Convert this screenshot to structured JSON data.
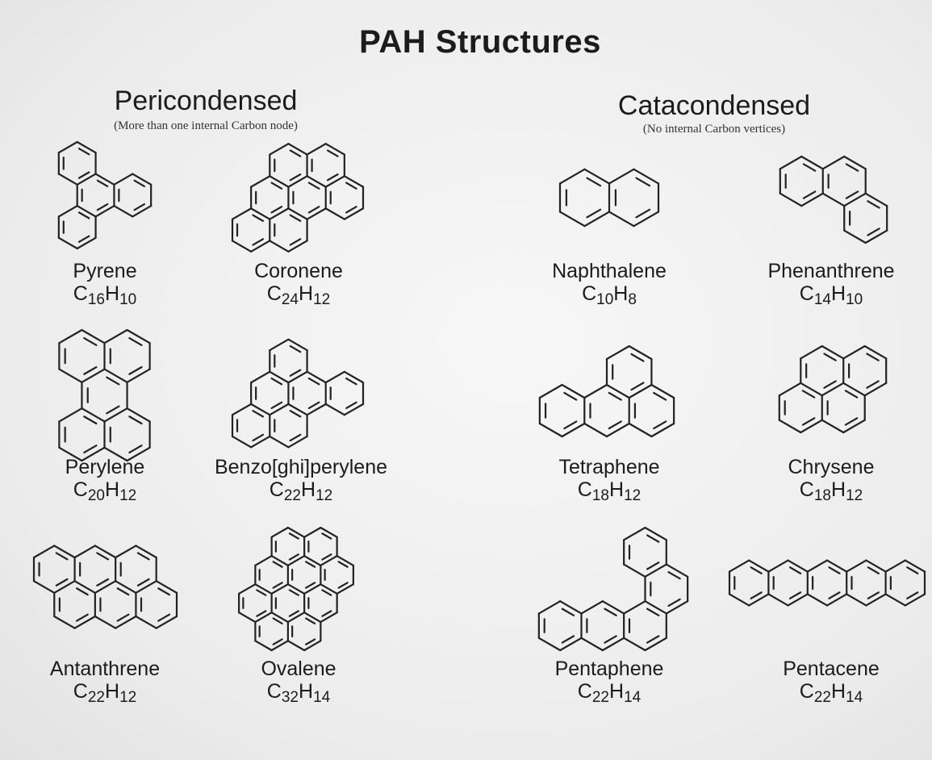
{
  "title": "PAH Structures",
  "groups": {
    "peri": {
      "title": "Pericondensed",
      "subtitle": "(More than one internal Carbon node)"
    },
    "cata": {
      "title": "Catacondensed",
      "subtitle": "(No internal Carbon vertices)"
    }
  },
  "molecules": [
    {
      "key": "pyrene",
      "name": "Pyrene",
      "formula": [
        [
          "C",
          "16"
        ],
        [
          "H",
          "10"
        ]
      ],
      "rings": [
        [
          0,
          0
        ],
        [
          0,
          1
        ],
        [
          1,
          1
        ],
        [
          0,
          2
        ]
      ]
    },
    {
      "key": "coronene",
      "name": "Coronene",
      "formula": [
        [
          "C",
          "24"
        ],
        [
          "H",
          "12"
        ]
      ],
      "rings": [
        [
          0,
          0
        ],
        [
          1,
          0
        ],
        [
          -1,
          1
        ],
        [
          1,
          1
        ],
        [
          -1,
          2
        ],
        [
          0,
          2
        ],
        [
          0,
          1
        ]
      ]
    },
    {
      "key": "naphthalene",
      "name": "Naphthalene",
      "formula": [
        [
          "C",
          "10"
        ],
        [
          "H",
          "8"
        ]
      ],
      "rings": [
        [
          0,
          0
        ],
        [
          1,
          0
        ]
      ]
    },
    {
      "key": "phenanthrene",
      "name": "Phenanthrene",
      "formula": [
        [
          "C",
          "14"
        ],
        [
          "H",
          "10"
        ]
      ],
      "rings": [
        [
          0,
          0
        ],
        [
          1,
          0
        ],
        [
          1,
          1
        ]
      ]
    },
    {
      "key": "perylene",
      "name": "Perylene",
      "formula": [
        [
          "C",
          "20"
        ],
        [
          "H",
          "12"
        ]
      ],
      "rings": [
        [
          0,
          0
        ],
        [
          1,
          0
        ],
        [
          0,
          2
        ],
        [
          1,
          2
        ],
        [
          0,
          1
        ]
      ]
    },
    {
      "key": "benzoghiperylene",
      "name": "Benzo[ghi]perylene",
      "formula": [
        [
          "C",
          "22"
        ],
        [
          "H",
          "12"
        ]
      ],
      "rings": [
        [
          0,
          0
        ],
        [
          0,
          1
        ],
        [
          1,
          1
        ],
        [
          -1,
          2
        ],
        [
          0,
          2
        ],
        [
          -1,
          1
        ]
      ]
    },
    {
      "key": "tetraphene",
      "name": "Tetraphene",
      "formula": [
        [
          "C",
          "18"
        ],
        [
          "H",
          "12"
        ]
      ],
      "rings": [
        [
          0,
          1
        ],
        [
          1,
          1
        ],
        [
          2,
          1
        ],
        [
          2,
          0
        ]
      ]
    },
    {
      "key": "chrysene",
      "name": "Chrysene",
      "formula": [
        [
          "C",
          "18"
        ],
        [
          "H",
          "12"
        ]
      ],
      "rings": [
        [
          0,
          1
        ],
        [
          1,
          1
        ],
        [
          1,
          0
        ],
        [
          2,
          0
        ]
      ]
    },
    {
      "key": "antanthrene",
      "name": "Antanthrene",
      "formula": [
        [
          "C",
          "22"
        ],
        [
          "H",
          "12"
        ]
      ],
      "rings": [
        [
          0,
          0
        ],
        [
          1,
          0
        ],
        [
          2,
          0
        ],
        [
          0,
          1
        ],
        [
          1,
          1
        ],
        [
          2,
          1
        ]
      ]
    },
    {
      "key": "ovalene",
      "name": "Ovalene",
      "formula": [
        [
          "C",
          "32"
        ],
        [
          "H",
          "14"
        ]
      ],
      "rings": [
        [
          0,
          0
        ],
        [
          1,
          0
        ],
        [
          -1,
          1
        ],
        [
          0,
          1
        ],
        [
          1,
          1
        ],
        [
          -1,
          2
        ],
        [
          0,
          2
        ],
        [
          1,
          2
        ],
        [
          -1,
          3
        ],
        [
          0,
          3
        ]
      ]
    },
    {
      "key": "pentaphene",
      "name": "Pentaphene",
      "formula": [
        [
          "C",
          "22"
        ],
        [
          "H",
          "14"
        ]
      ],
      "rings": [
        [
          0,
          2
        ],
        [
          1,
          2
        ],
        [
          2,
          2
        ],
        [
          2,
          1
        ],
        [
          2,
          0
        ]
      ]
    },
    {
      "key": "pentacene",
      "name": "Pentacene",
      "formula": [
        [
          "C",
          "22"
        ],
        [
          "H",
          "14"
        ]
      ],
      "rings": [
        [
          0,
          0
        ],
        [
          1,
          0
        ],
        [
          2,
          0
        ],
        [
          3,
          0
        ],
        [
          4,
          0
        ]
      ]
    }
  ]
}
